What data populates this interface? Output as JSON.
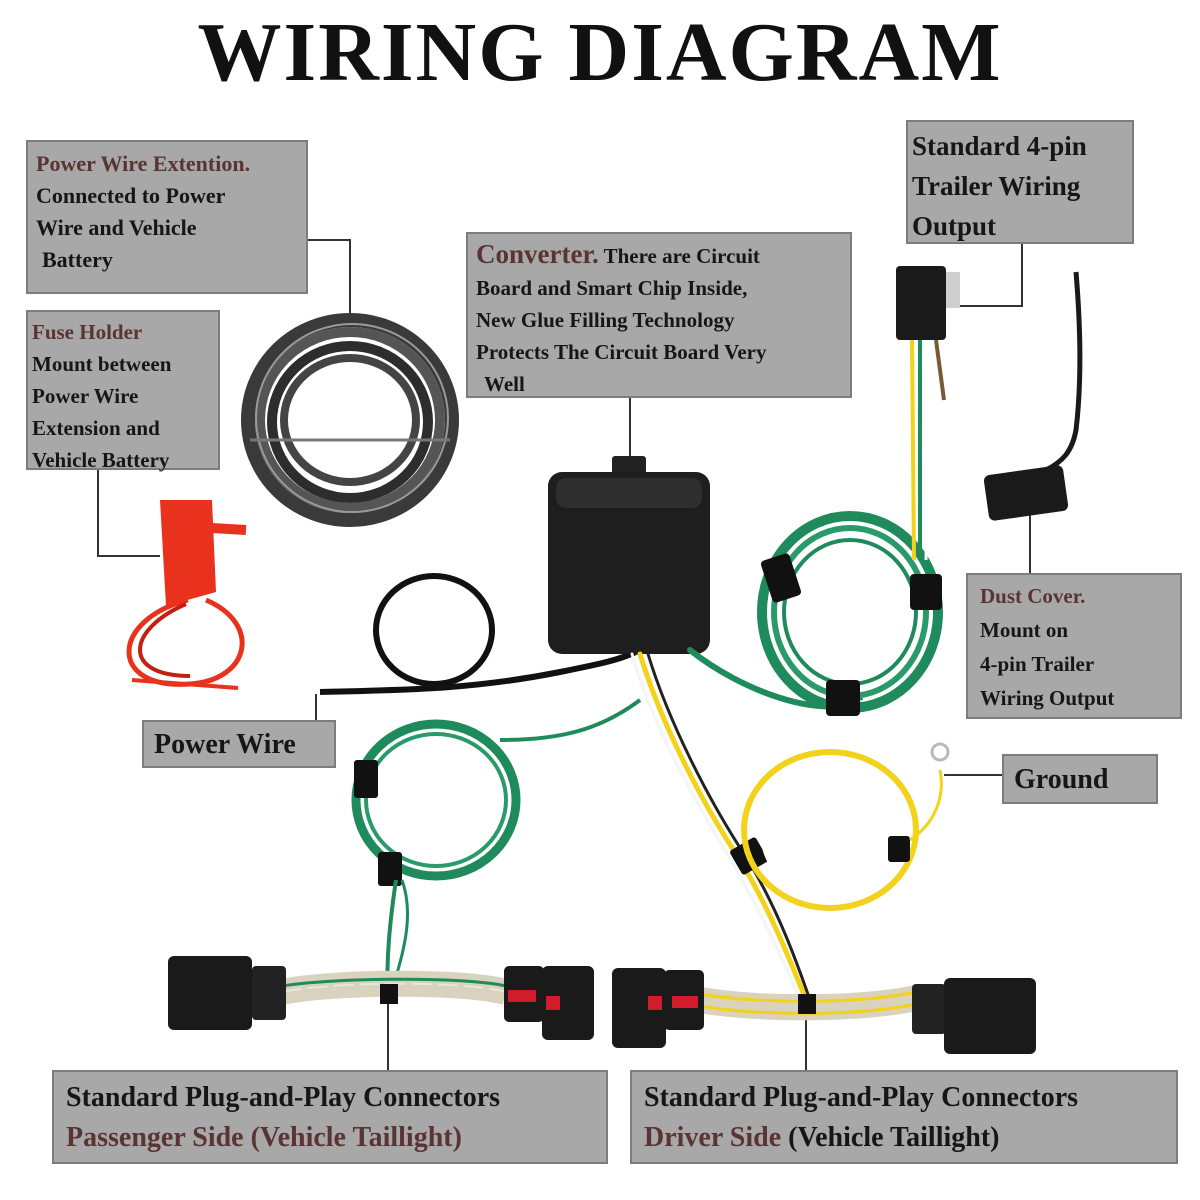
{
  "title": "WIRING DIAGRAM",
  "labels": {
    "power_ext": {
      "lead": "Power Wire Extention.",
      "lines": [
        "Connected to Power",
        "Wire and Vehicle",
        "Battery"
      ]
    },
    "fuse": {
      "lead": "Fuse Holder",
      "lines": [
        "Mount between",
        "Power Wire",
        "Extension and",
        "Vehicle Battery"
      ]
    },
    "converter": {
      "lead": "Converter.",
      "first": "There are Circuit",
      "lines": [
        "Board and Smart Chip Inside,",
        "New Glue Filling Technology",
        "Protects The Circuit Board Very",
        "Well"
      ]
    },
    "four_pin": {
      "lines": [
        "Standard 4-pin",
        "Trailer Wiring",
        "Output"
      ]
    },
    "dust_cover": {
      "lead": "Dust Cover.",
      "lines": [
        "Mount on",
        "4-pin Trailer",
        "Wiring Output"
      ]
    },
    "power_wire": {
      "text": "Power Wire"
    },
    "ground": {
      "text": "Ground"
    },
    "passenger": {
      "line1": "Standard Plug-and-Play Connectors",
      "line2": "Passenger Side (Vehicle Taillight)"
    },
    "driver": {
      "line1": "Standard Plug-and-Play Connectors",
      "line2_lead": "Driver Side",
      "line2_rest": "(Vehicle Taillight)"
    }
  },
  "colors": {
    "label_bg": "#a8a8a8",
    "label_lead": "#5a3434",
    "wire_green": "#1f8a5c",
    "wire_yellow": "#f2d21b",
    "wire_black": "#111111",
    "fuse_red": "#e8321e",
    "coil_gray": "#3a3a3a"
  }
}
